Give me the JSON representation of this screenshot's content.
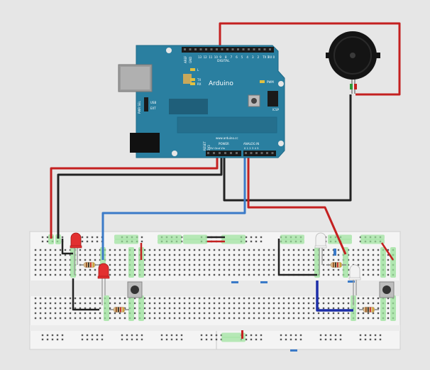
{
  "board": {
    "brand": "Arduino",
    "url": "www.arduino.cc",
    "digital_label": "DIGITAL",
    "aref": "AREF",
    "gnd_top": "GND",
    "digital_pins": [
      "13",
      "12",
      "11",
      "10",
      "9",
      "8",
      "7",
      "6",
      "5",
      "4",
      "3",
      "2",
      "TX 1",
      "RX 0"
    ],
    "pwm_label": "PWM",
    "l_label": "L",
    "tx_label": "TX",
    "rx_label": "RX",
    "pwr_sel": "PWR SEL",
    "usb_label": "USB",
    "ext_label": "EXT",
    "icsp_label": "ICSP",
    "reset_label": "RESET",
    "v33_label": "3V3",
    "power_label": "POWER",
    "power_pins": "5V Gnd Vin",
    "analog_label": "ANALOG IN",
    "analog_pins": "0 1 2 3 4 5"
  },
  "colors": {
    "background": "#e6e6e6",
    "board": "#2a7fa0",
    "board_edge": "#1e6a88",
    "breadboard": "#f3f3f3",
    "wire_red": "#c42020",
    "wire_black": "#222222",
    "wire_blue": "#3a7ac8",
    "wire_navy": "#1c2ea8",
    "led_red": "#e23030",
    "led_white": "#f2f2f2",
    "hole_highlight": "#9be39b"
  },
  "components": {
    "leds": [
      {
        "name": "led-red-1",
        "color": "red"
      },
      {
        "name": "led-red-2",
        "color": "red"
      },
      {
        "name": "led-white-1",
        "color": "white"
      },
      {
        "name": "led-white-2",
        "color": "white"
      }
    ],
    "resistors": 4,
    "pushbuttons": 2,
    "buzzer": "piezo"
  }
}
